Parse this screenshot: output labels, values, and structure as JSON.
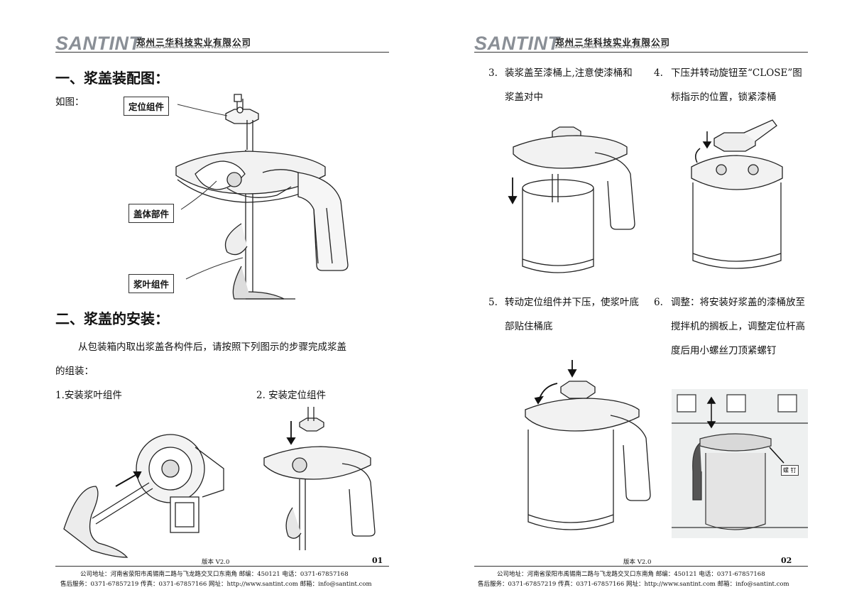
{
  "brand": {
    "logo_text": "SANTINT",
    "company_cn": "郑州三华科技实业有限公司",
    "company_en": "ZHENGZHOU SANHUA TECHNOLOGY & INDUSTRY CO.,LTD"
  },
  "left_page": {
    "section1_title": "一、浆盖装配图：",
    "as_shown": "如图：",
    "callouts": {
      "positioning": "定位组件",
      "lid_body": "盖体部件",
      "paddle": "浆叶组件"
    },
    "section2_title": "二、浆盖的安装：",
    "intro_line1": "从包装箱内取出浆盖各构件后，请按照下列图示的步骤完成浆盖",
    "intro_line2": "的组装：",
    "step1": "1.安装浆叶组件",
    "step2": "2. 安装定位组件",
    "version": "版本 V2.0",
    "page_number": "01"
  },
  "right_page": {
    "step3_num": "3.",
    "step3_text": "装浆盖至漆桶上,注意使漆桶和浆盖对中",
    "step4_num": "4.",
    "step4_text": "下压并转动旋钮至“CLOSE”图标指示的位置，锁紧漆桶",
    "step5_num": "5.",
    "step5_text": "转动定位组件并下压，使浆叶底部贴住桶底",
    "step6_num": "6.",
    "step6_text": "调整：将安装好浆盖的漆桶放至搅拌机的搁板上，调整定位杆高度后用小螺丝刀顶紧螺钉",
    "screw_label": "螺 钉",
    "version": "版本 V2.0",
    "page_number": "02"
  },
  "footer": {
    "address": "公司地址：河南省荥阳市禹锡南二路与飞龙路交叉口东南角 邮编：450121 电话：0371-67857168",
    "service": "售后服务：0371-67857219 传真：0371-67857166 网址：http://www.santint.com 邮箱：info@santint.com"
  }
}
